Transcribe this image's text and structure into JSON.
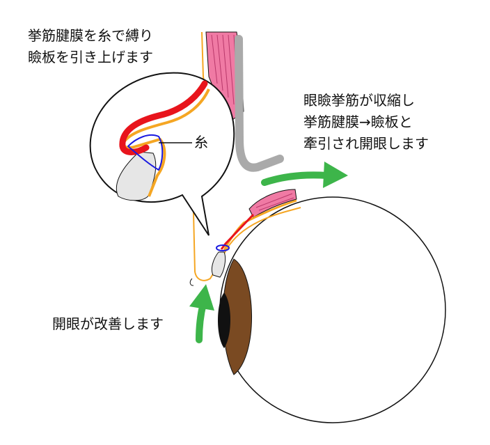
{
  "labels": {
    "suture_note": [
      "挙筋腱膜を糸で縛り",
      "瞼板を引き上げます"
    ],
    "contraction_note": [
      "眼瞼挙筋が収縮し",
      "挙筋腱膜→瞼板と",
      "牽引され開眼します"
    ],
    "thread": "糸",
    "result_note": "開眼が改善します"
  },
  "colors": {
    "muscle": "#f07aa4",
    "aponeurosis": "#f5a623",
    "suture_line": "#e8141c",
    "thread_loop": "#1a1ae0",
    "septum": "#aaaaaa",
    "arrow": "#3db54a",
    "iris": "#7a4a22",
    "pupil": "#111111",
    "tarsus": "#e6e6e6"
  }
}
